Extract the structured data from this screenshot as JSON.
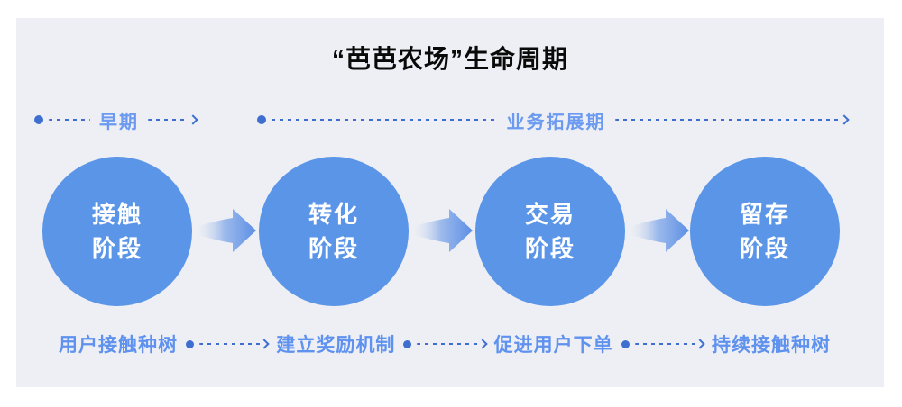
{
  "title": "“芭芭农场”生命周期",
  "timelines": {
    "early": {
      "label": "早期"
    },
    "expansion": {
      "label": "业务拓展期"
    }
  },
  "stages": [
    {
      "line1": "接触",
      "line2": "阶段",
      "note": "用户接触种树"
    },
    {
      "line1": "转化",
      "line2": "阶段",
      "note": "建立奖励机制"
    },
    {
      "line1": "交易",
      "line2": "阶段",
      "note": "促进用户下单"
    },
    {
      "line1": "留存",
      "line2": "阶段",
      "note": "持续接触种树"
    }
  ],
  "colors": {
    "panel_bg": "#edeff4",
    "page_bg": "#ffffff",
    "title_text": "#0a0a0a",
    "circle_fill": "#5b95e8",
    "circle_text": "#ffffff",
    "dash_line": "#3e6fd0",
    "timeline_label": "#6b9af0",
    "note_text": "#5f92ee",
    "arrow_gradient_start": "#e3e8f0",
    "arrow_gradient_end": "#5c8fe5"
  }
}
